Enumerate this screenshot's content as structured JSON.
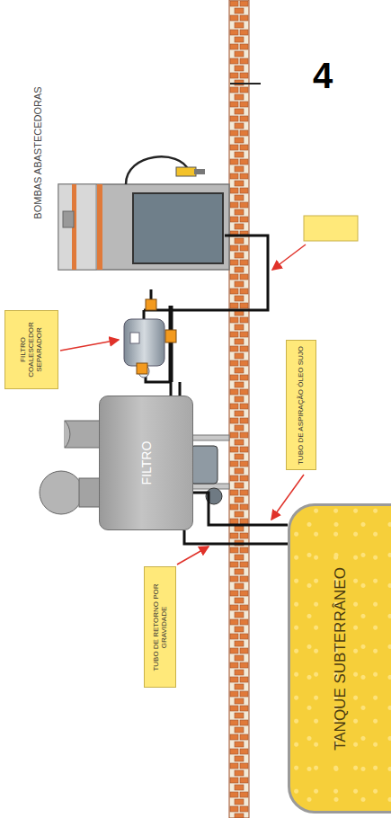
{
  "diagram": {
    "nodes": [
      {
        "text": [
          "FILTRO COALESCEDOR SEPARADOR"
        ]
      },
      {
        "text": [
          "TUBO DE ASPIRAÇÃO ÓLEO SUJO"
        ]
      },
      {
        "text": [
          "FILTRO"
        ]
      },
      {
        "text": [
          "TUBO DE RETORNO POR GRAVIDADE"
        ]
      },
      {
        "text": [
          "TANQUE SUBTERRÂNEO"
        ]
      }
    ],
    "edges": [
      {
        "from": 4,
        "to": 2,
        "arrow": "none"
      },
      {
        "from": 2,
        "to": 4,
        "arrow": "none"
      }
    ],
    "labels": [
      "4",
      "BOMBAS ABASTECEDORAS"
    ]
  }
}
